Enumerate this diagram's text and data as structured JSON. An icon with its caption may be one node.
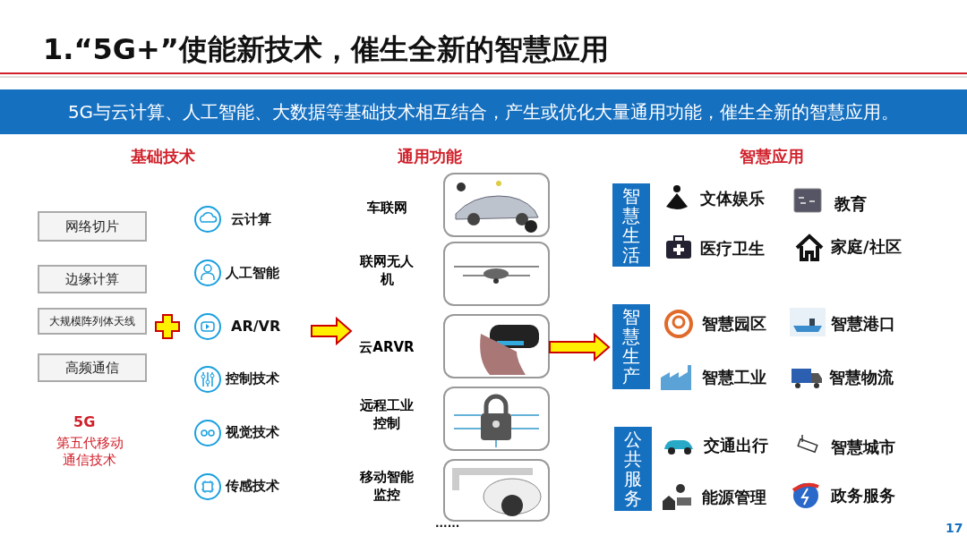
{
  "diagram": {
    "title": "1.“5G+”使能新技术，催生全新的智慧应用",
    "nodes": [
      {
        "text": [
          "5G与云计算、人工智能、大数据等基础技术相互结合，产生或优化大量通用功能，催生全新的智慧应用。"
        ]
      },
      {
        "text": [
          "网络切片"
        ]
      },
      {
        "text": [
          "边缘计算"
        ]
      },
      {
        "text": [
          "大规模阵列体天线"
        ]
      },
      {
        "text": [
          "高频通信"
        ]
      },
      {
        "text": [],
        "shape": "picture",
        "beside": [
          "车联网"
        ]
      },
      {
        "text": [],
        "shape": "picture",
        "beside": [
          "联网无人机"
        ]
      },
      {
        "text": [],
        "shape": "picture",
        "beside": [
          "云ARVR"
        ]
      },
      {
        "text": [],
        "shape": "picture",
        "beside": [
          "远程工业控制"
        ]
      },
      {
        "text": [],
        "shape": "picture",
        "beside": [
          "移动智能监控"
        ]
      },
      {
        "text": [
          "智慧生活"
        ]
      },
      {
        "text": [
          "智慧生产"
        ]
      },
      {
        "text": [
          "公共服务"
        ]
      }
    ],
    "edges": [
      {
        "from": 7,
        "to": 11,
        "arrow": "to"
      }
    ],
    "labels": [
      "基础技术",
      "通用功能",
      "智慧应用",
      "云计算",
      "人工智能",
      "AR/VR",
      "控制技术",
      "视觉技术",
      "传感技术",
      "5G",
      "第五代移动通信技术",
      "......",
      "文体娱乐",
      "教育",
      "医疗卫生",
      "家庭/社区",
      "智慧园区",
      "智慧港口",
      "智慧工业",
      "智慧物流",
      "交通出行",
      "智慧城市",
      "能源管理",
      "政务服务",
      "17"
    ]
  }
}
